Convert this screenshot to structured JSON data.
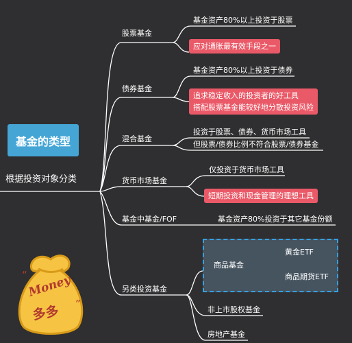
{
  "root": "基金的类型",
  "basis": "根据投资对象分类",
  "categories": {
    "stock": {
      "label": "股票基金",
      "desc": "基金资产80%以上投资于股票",
      "highlight": "应对通胀最有效手段之一"
    },
    "bond": {
      "label": "债券基金",
      "desc": "基金资产80%以上投资于债券",
      "highlight1": "追求稳定收入的投资者的好工具",
      "highlight2": "搭配股票基金能较好地分散投资风险"
    },
    "mixed": {
      "label": "混合基金",
      "desc1": "投资于股票、债券、货币市场工具",
      "desc2": "但股票/债券比例不符合股票/债券基金"
    },
    "money": {
      "label": "货币市场基金",
      "desc": "仅投资于货币市场工具",
      "highlight": "短期投资和现金管理的理想工具"
    },
    "fof": {
      "label": "基金中基金/FOF",
      "desc": "基金资产80%投资于其它基金份额"
    },
    "alt": {
      "label": "另类投资基金",
      "commodity": "商品基金",
      "gold": "黄金ETF",
      "futures": "商品期货ETF",
      "private": "非上市股权基金",
      "realestate": "房地产基金"
    }
  },
  "sticker": {
    "word": "Money",
    "chars": "多多"
  },
  "colors": {
    "background": "#2f2f31",
    "root": "#45a6d6",
    "highlight": "#ea5967",
    "commodity_box": "#465460",
    "dashed_border": "#36a0e2",
    "lines": "#ffffff",
    "bag": "#f6c343"
  }
}
